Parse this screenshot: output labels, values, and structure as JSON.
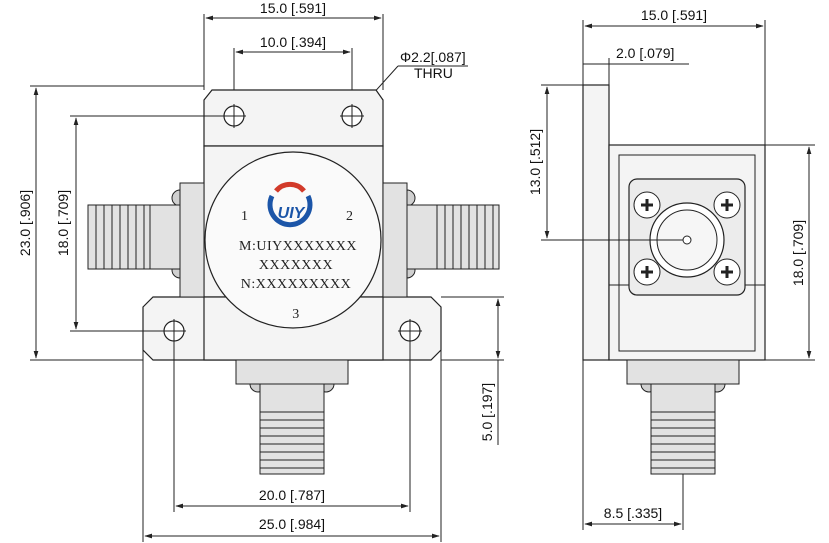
{
  "drawing": {
    "front": {
      "dim_overall_width": "15.0 [.591]",
      "dim_hole_spacing": "10.0 [.394]",
      "hole_callout_line1": "Φ2.2[.087]",
      "hole_callout_line2": "THRU",
      "dim_overall_height": "23.0 [.906]",
      "dim_hole_vertical": "18.0 [.709]",
      "dim_connector_offset": "5.0 [.197]",
      "dim_bottom_hole_spacing": "20.0 [.787]",
      "dim_bottom_width": "25.0 [.984]",
      "port_1": "1",
      "port_2": "2",
      "port_3": "3",
      "model_line": "M:UIYXXXXXXX",
      "model_line2": "XXXXXXX",
      "serial_line": "N:XXXXXXXXX"
    },
    "side": {
      "dim_overall_width": "15.0 [.591]",
      "dim_flange_thickness": "2.0 [.079]",
      "dim_connector_height": "13.0 [.512]",
      "dim_body_height": "18.0 [.709]",
      "dim_connector_offset": "8.5 [.335]"
    }
  },
  "colors": {
    "line": "#222222",
    "logo_blue": "#1b55a8",
    "logo_red": "#d23a2a"
  }
}
